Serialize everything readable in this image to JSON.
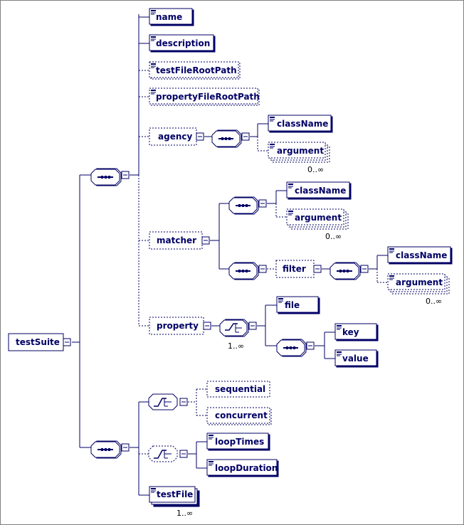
{
  "elements": {
    "testSuite": "testSuite",
    "name": "name",
    "description": "description",
    "testFileRootPath": "testFileRootPath",
    "propertyFileRootPath": "propertyFileRootPath",
    "agency": "agency",
    "agency_className": "className",
    "agency_argument": "argument",
    "matcher": "matcher",
    "matcher_className": "className",
    "matcher_argument": "argument",
    "filter": "filter",
    "filter_className": "className",
    "filter_argument": "argument",
    "property": "property",
    "file": "file",
    "key": "key",
    "value": "value",
    "sequential": "sequential",
    "concurrent": "concurrent",
    "loopTimes": "loopTimes",
    "loopDuration": "loopDuration",
    "testFile": "testFile"
  },
  "cardinality": {
    "agency_argument": "0..∞",
    "matcher_argument": "0..∞",
    "filter_argument": "0..∞",
    "property_choice": "1..∞",
    "testFile": "1..∞"
  },
  "colors": {
    "stroke": "#000066",
    "box_fill": "#ffffff",
    "compositor_fill": "#ffffff",
    "text": "#000066"
  }
}
